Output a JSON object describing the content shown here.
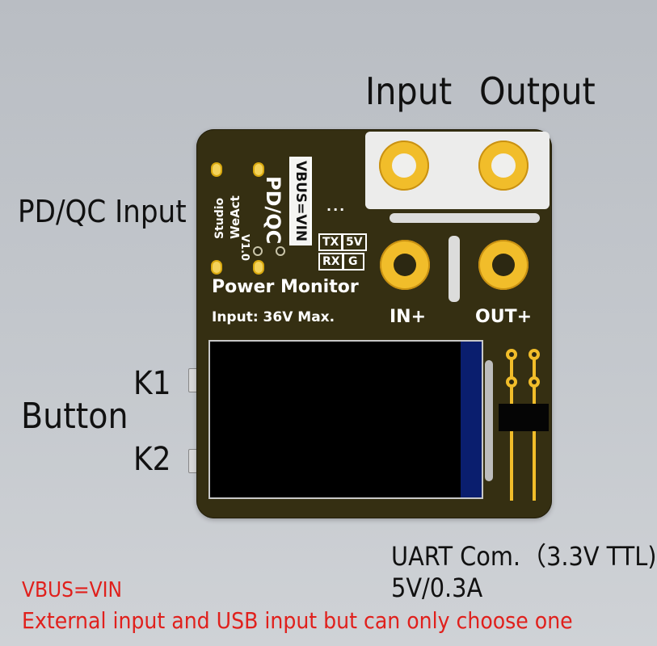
{
  "labels": {
    "input": "Input",
    "output": "Output",
    "pdqc_input": "PD/QC Input",
    "button": "Button",
    "k1": "K1",
    "k2": "K2",
    "uart": "UART Com.（3.3V TTL)",
    "uart_power": "5V/0.3A"
  },
  "note": {
    "line1": "VBUS=VIN",
    "line2": "External input and USB input but can only choose one",
    "color": "#e0201c"
  },
  "board": {
    "title": "Power Monitor",
    "input_rating": "Input: 36V Max.",
    "vbus_tag": "VBUS=VIN",
    "model": "PD/QC",
    "version": "V1.0",
    "brand_top": "WeAct",
    "brand_bottom": "Studio",
    "dots": "...",
    "pins": [
      "TX",
      "5V",
      "RX",
      "G"
    ],
    "in_plus": "IN+",
    "out_plus": "OUT+",
    "pcb_color": "#352f12",
    "pad_color": "#f1bd2a"
  }
}
